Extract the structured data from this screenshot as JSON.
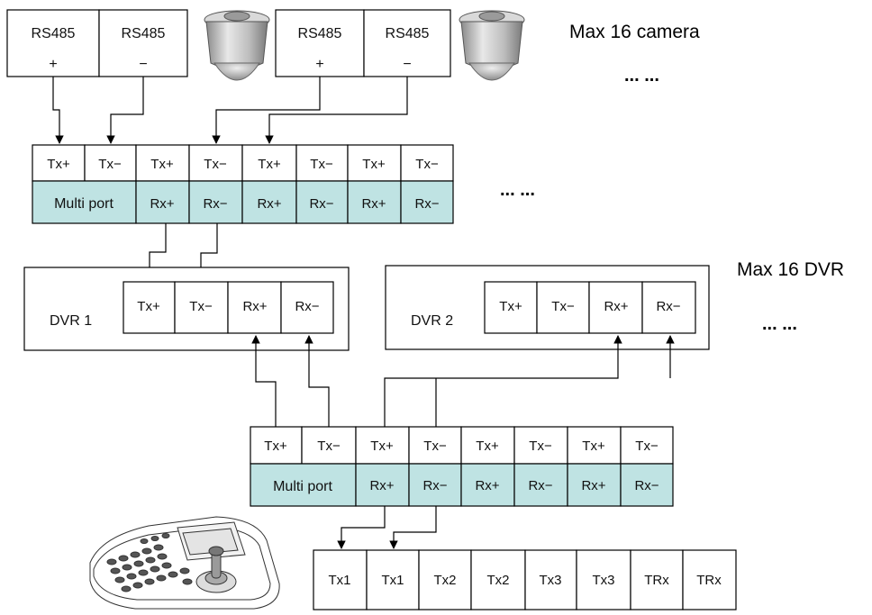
{
  "camera_terminals": {
    "left": {
      "c1": "RS485",
      "c1_sign": "+",
      "c2": "RS485",
      "c2_sign": "−"
    },
    "right": {
      "c1": "RS485",
      "c1_sign": "+",
      "c2": "RS485",
      "c2_sign": "−"
    }
  },
  "cameras_note": {
    "max": "Max 16 camera",
    "more": "... ..."
  },
  "top_multiport": {
    "tx": [
      "Tx+",
      "Tx−",
      "Tx+",
      "Tx−",
      "Tx+",
      "Tx−",
      "Tx+",
      "Tx−"
    ],
    "label": "Multi port",
    "rx": [
      "Rx+",
      "Rx−",
      "Rx+",
      "Rx−",
      "Rx+",
      "Rx−"
    ],
    "more": "... ..."
  },
  "dvr1": {
    "label": "DVR 1",
    "ports": [
      "Tx+",
      "Tx−",
      "Rx+",
      "Rx−"
    ]
  },
  "dvr2": {
    "label": "DVR 2",
    "ports": [
      "Tx+",
      "Tx−",
      "Rx+",
      "Rx−"
    ]
  },
  "dvr_note": {
    "max": "Max 16 DVR",
    "more": "... ..."
  },
  "bottom_multiport": {
    "tx": [
      "Tx+",
      "Tx−",
      "Tx+",
      "Tx−",
      "Tx+",
      "Tx−",
      "Tx+",
      "Tx−"
    ],
    "label": "Multi port",
    "rx": [
      "Rx+",
      "Rx−",
      "Rx+",
      "Rx−",
      "Rx+",
      "Rx−"
    ]
  },
  "keyboard_terminals": [
    "Tx1",
    "Tx1",
    "Tx2",
    "Tx2",
    "Tx3",
    "Tx3",
    "TRx",
    "TRx"
  ],
  "colors": {
    "multiport_fill": "#bfe3e3",
    "line": "#000000"
  },
  "icons": {
    "camera": "ptz-dome-camera-icon",
    "keyboard": "ptz-keyboard-controller-icon"
  }
}
